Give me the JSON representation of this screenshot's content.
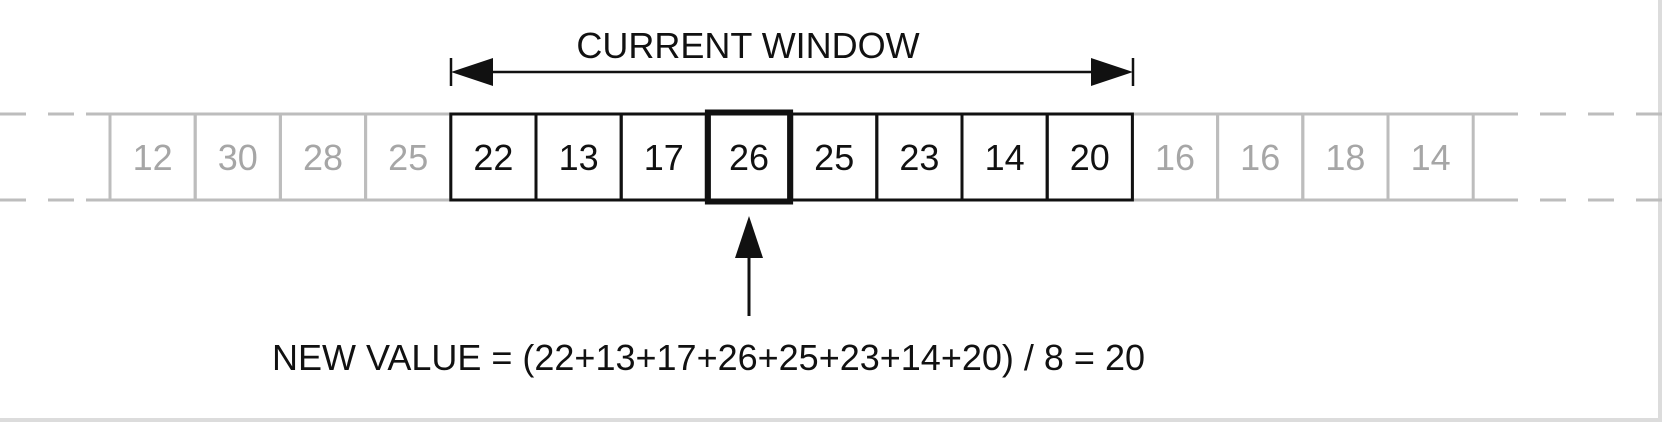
{
  "window_label": "CURRENT WINDOW",
  "formula": "NEW VALUE = (22+13+17+26+25+23+14+20) / 8 = 20",
  "cells": [
    {
      "value": "12",
      "in_window": false,
      "current": false
    },
    {
      "value": "30",
      "in_window": false,
      "current": false
    },
    {
      "value": "28",
      "in_window": false,
      "current": false
    },
    {
      "value": "25",
      "in_window": false,
      "current": false
    },
    {
      "value": "22",
      "in_window": true,
      "current": false
    },
    {
      "value": "13",
      "in_window": true,
      "current": false
    },
    {
      "value": "17",
      "in_window": true,
      "current": false
    },
    {
      "value": "26",
      "in_window": true,
      "current": true
    },
    {
      "value": "25",
      "in_window": true,
      "current": false
    },
    {
      "value": "23",
      "in_window": true,
      "current": false
    },
    {
      "value": "14",
      "in_window": true,
      "current": false
    },
    {
      "value": "20",
      "in_window": true,
      "current": false
    },
    {
      "value": "16",
      "in_window": false,
      "current": false
    },
    {
      "value": "16",
      "in_window": false,
      "current": false
    },
    {
      "value": "18",
      "in_window": false,
      "current": false
    },
    {
      "value": "14",
      "in_window": false,
      "current": false
    }
  ],
  "colors": {
    "active": "#111111",
    "inactive": "#bdbdbd",
    "inactive_text": "#a6a6a6"
  }
}
